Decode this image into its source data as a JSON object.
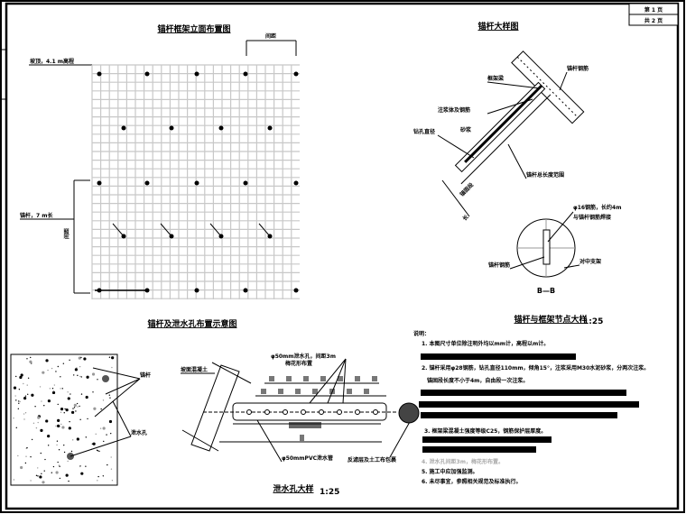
{
  "sheet": {
    "page_current": "第 1 页",
    "page_total": "共 2 页"
  },
  "elevation": {
    "title": "锚杆框架立面布置图",
    "top_dim": "间距",
    "slope_label": "坡顶，4.1 m高程",
    "anchor_label": "锚杆，7 m长",
    "side_dim": "间距"
  },
  "anchor_detail": {
    "title": "锚杆大样图",
    "labels": [
      "框架梁",
      "锚杆钢筋",
      "注浆体及钢筋",
      "钻孔直径",
      "砂浆",
      "锚杆总长度范围"
    ],
    "dim1": "锚固段",
    "dim2": "长",
    "section_title": "B—B",
    "section_labels": [
      "φ16钢筋，长约4m",
      "与锚杆钢筋焊接",
      "锚杆钢筋",
      "对中支架"
    ]
  },
  "layout_view": {
    "title": "锚杆及泄水孔布置示意图",
    "labels": [
      "锚杆",
      "泄水孔"
    ]
  },
  "drain_detail": {
    "title": "泄水孔大样",
    "scale": "1:25",
    "labels": [
      "坡面混凝土",
      "φ50mm泄水孔，间距3m",
      "梅花形布置",
      "φ50mmPVC泄水管",
      "反滤层及土工布包裹"
    ]
  },
  "node_detail": {
    "title": "锚杆与框架节点大样",
    "scale": "1:25"
  },
  "notes": {
    "heading": "说明：",
    "lines": [
      "1. 本图尺寸单位除注明外均以mm计，高程以m计。",
      "2. 锚杆采用φ28钢筋，钻孔直径110mm，倾角15°，注浆采用M30水泥砂浆，分两次注浆。",
      "锚固段长度不小于4m，自由段一次注浆。",
      "3. 框架梁混凝土强度等级C25，钢筋保护层厚度。",
      "4. 泄水孔间距3m，梅花形布置。",
      "5. 施工中应加强监测。",
      "6. 未尽事宜，参照相关规范及标准执行。"
    ]
  }
}
